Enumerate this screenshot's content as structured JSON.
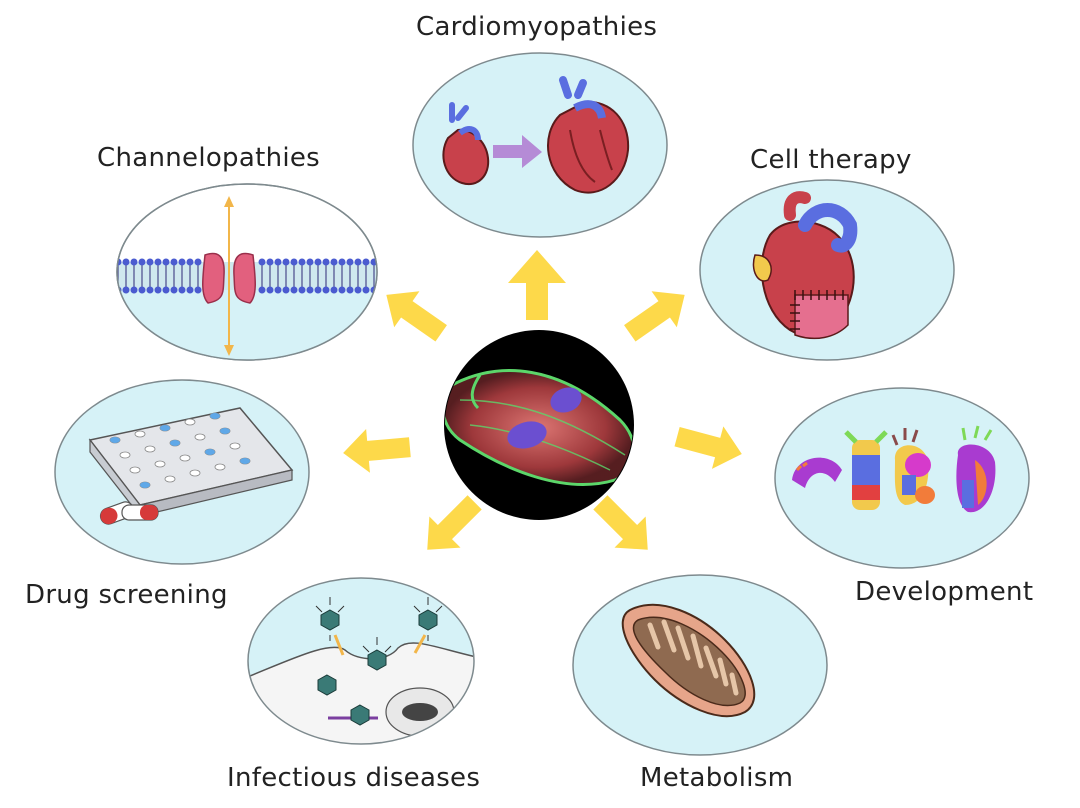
{
  "labels": {
    "cardiomyopathies": "Cardiomyopathies",
    "channelopathies": "Channelopathies",
    "cell_therapy": "Cell therapy",
    "drug_screening": "Drug screening",
    "development": "Development",
    "infectious_diseases": "Infectious diseases",
    "metabolism": "Metabolism"
  },
  "colors": {
    "arrow": "#FDD94A",
    "bubble_fill": "#D6F2F7",
    "bubble_stroke": "#7E8A8E",
    "center_bg": "#000000",
    "cell_body": "#C24A4A",
    "cell_membrane": "#5CD66A",
    "nucleus": "#6B4FD0",
    "heart_red": "#C8414B",
    "vessel_blue": "#5A6EE0",
    "channel_pink": "#E2607E",
    "mito": "#E6A58A"
  },
  "icons": [
    "cardiomyocyte-image",
    "heart-enlargement-icon",
    "ion-channel-membrane-icon",
    "patched-heart-icon",
    "well-plate-pills-icon",
    "heart-development-icon",
    "virus-infection-cell-icon",
    "mitochondrion-icon"
  ]
}
